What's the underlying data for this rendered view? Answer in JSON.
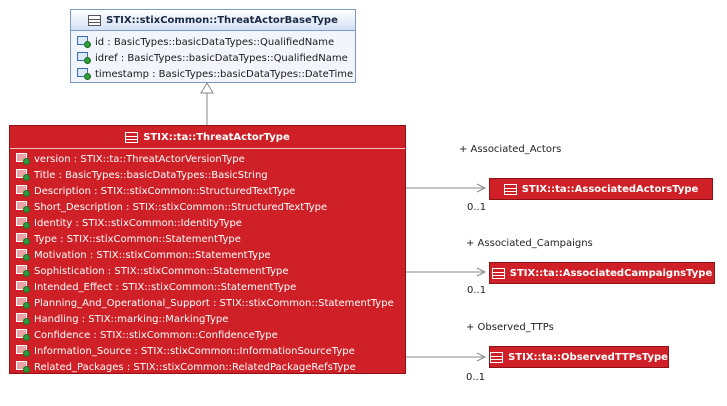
{
  "base_class": {
    "name": "STIX::stixCommon::ThreatActorBaseType",
    "attributes": [
      "id : BasicTypes::basicDataTypes::QualifiedName",
      "idref : BasicTypes::basicDataTypes::QualifiedName",
      "timestamp : BasicTypes::basicDataTypes::DateTime"
    ]
  },
  "main_class": {
    "name": "STIX::ta::ThreatActorType",
    "attributes": [
      "version : STIX::ta::ThreatActorVersionType",
      "Title : BasicTypes::basicDataTypes::BasicString",
      "Description : STIX::stixCommon::StructuredTextType",
      "Short_Description : STIX::stixCommon::StructuredTextType",
      "Identity : STIX::stixCommon::IdentityType",
      "Type : STIX::stixCommon::StatementType",
      "Motivation : STIX::stixCommon::StatementType",
      "Sophistication : STIX::stixCommon::StatementType",
      "Intended_Effect : STIX::stixCommon::StatementType",
      "Planning_And_Operational_Support : STIX::stixCommon::StatementType",
      "Handling : STIX::marking::MarkingType",
      "Confidence : STIX::stixCommon::ConfidenceType",
      "Information_Source : STIX::stixCommon::InformationSourceType",
      "Related_Packages : STIX::stixCommon::RelatedPackageRefsType"
    ]
  },
  "associations": [
    {
      "role": "+ Associated_Actors",
      "multiplicity": "0..1",
      "target": "STIX::ta::AssociatedActorsType"
    },
    {
      "role": "+ Associated_Campaigns",
      "multiplicity": "0..1",
      "target": "STIX::ta::AssociatedCampaignsType"
    },
    {
      "role": "+ Observed_TTPs",
      "multiplicity": "0..1",
      "target": "STIX::ta::ObservedTTPsType"
    }
  ]
}
